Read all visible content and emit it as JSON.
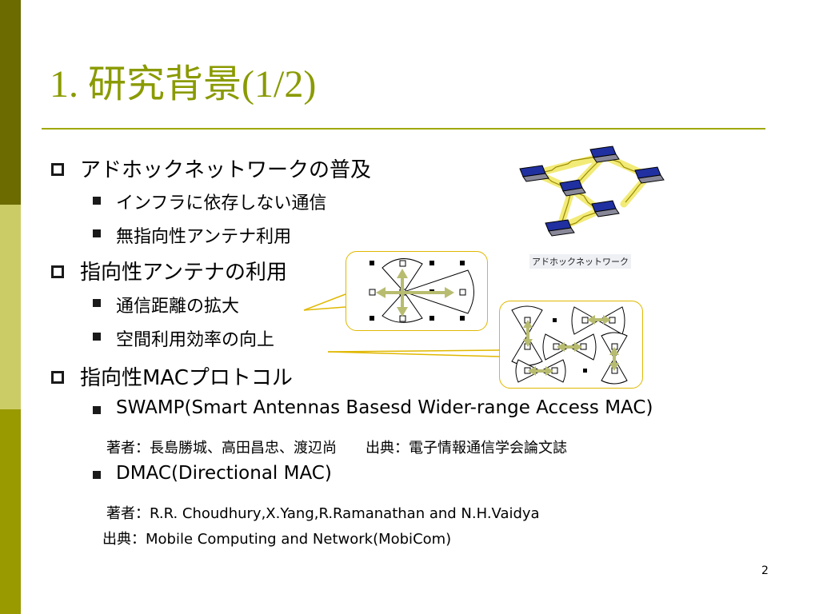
{
  "slide": {
    "title": "1. 研究背景(1/2)",
    "page_number": "2",
    "colors": {
      "title": "#8a9a00",
      "sidebar_dark": "#6b6b00",
      "sidebar_light": "#cccc66",
      "sidebar_mid": "#999900",
      "callout_border": "#e0b800",
      "arrow": "#b8bc70",
      "link_glow": "#f0e860",
      "laptop_blue": "#2030a0"
    }
  },
  "bullets": [
    {
      "text": "アドホックネットワークの普及",
      "children": [
        "インフラに依存しない通信",
        "無指向性アンテナ利用"
      ]
    },
    {
      "text": "指向性アンテナの利用",
      "children": [
        "通信距離の拡大",
        "空間利用効率の向上"
      ]
    },
    {
      "text": "指向性MACプロトコル",
      "children": [
        {
          "text": "SWAMP(Smart Antennas Basesd Wider-range Access MAC)",
          "refs": [
            "著者：長島勝城、高田昌忠、渡辺尚　　出典：電子情報通信学会論文誌"
          ]
        },
        {
          "text": "DMAC(Directional MAC)",
          "refs": [
            "著者：R.R. Choudhury,X.Yang,R.Ramanathan and N.H.Vaidya",
            "出典：Mobile Computing and Network(MobiCom)"
          ]
        }
      ]
    }
  ],
  "figures": {
    "adhoc_caption": "アドホックネットワーク",
    "icons": [
      "laptop-icon",
      "antenna-node-icon"
    ]
  }
}
